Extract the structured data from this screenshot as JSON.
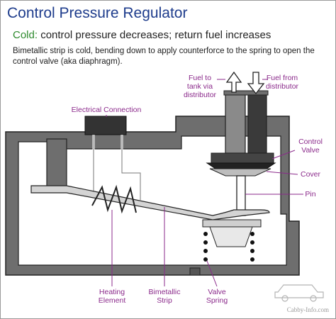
{
  "header": {
    "title": "Control Pressure Regulator",
    "subtitle_prefix": "Cold:",
    "subtitle_rest": " control pressure decreases; return fuel increases",
    "description": "Bimetallic strip is cold, bending down to apply counterforce to the spring to open the control valve (aka diaphragm)."
  },
  "labels": {
    "fuel_to_tank": [
      "Fuel to",
      "tank via",
      "distributor"
    ],
    "fuel_from": [
      "Fuel from",
      "distributor"
    ],
    "electrical_connection": "Electrical Connection",
    "control_valve": [
      "Control",
      "Valve"
    ],
    "cover": "Cover",
    "pin": "Pin",
    "heating_element": [
      "Heating",
      "Element"
    ],
    "bimetallic_strip": [
      "Bimetallic",
      "Strip"
    ],
    "valve_spring": [
      "Valve",
      "Spring"
    ]
  },
  "watermark": "Cabby-Info.com",
  "colors": {
    "title": "#1e3c8c",
    "cold": "#2d8a2d",
    "label": "#8b2a8b",
    "housing": "#6e6e6e",
    "dark": "#333333"
  }
}
